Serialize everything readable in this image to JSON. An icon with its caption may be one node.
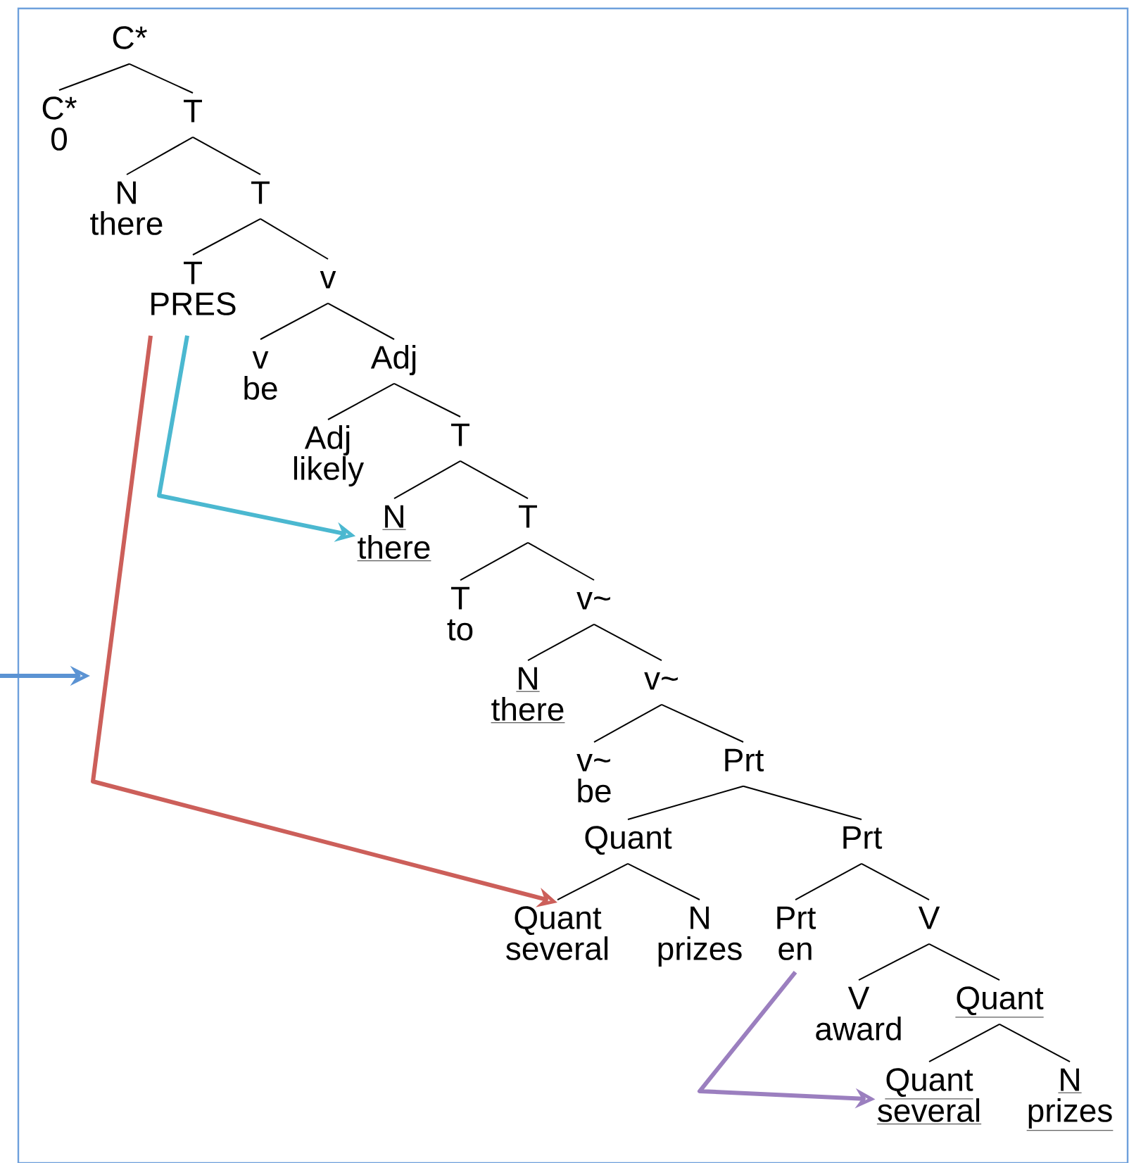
{
  "diagram": {
    "nodes": [
      {
        "text": [
          "C*"
        ]
      },
      {
        "text": [
          "C*",
          "0"
        ]
      },
      {
        "text": [
          "T"
        ]
      },
      {
        "text": [
          "N",
          "there"
        ]
      },
      {
        "text": [
          "T"
        ]
      },
      {
        "text": [
          "T",
          "PRES"
        ]
      },
      {
        "text": [
          "v"
        ]
      },
      {
        "text": [
          "v",
          "be"
        ]
      },
      {
        "text": [
          "Adj"
        ]
      },
      {
        "text": [
          "Adj",
          "likely"
        ]
      },
      {
        "text": [
          "T"
        ]
      },
      {
        "text": [
          "N",
          "there"
        ]
      },
      {
        "text": [
          "T"
        ]
      },
      {
        "text": [
          "T",
          "to"
        ]
      },
      {
        "text": [
          "v~"
        ]
      },
      {
        "text": [
          "N",
          "there"
        ]
      },
      {
        "text": [
          "v~"
        ]
      },
      {
        "text": [
          "v~",
          "be"
        ]
      },
      {
        "text": [
          "Prt"
        ]
      },
      {
        "text": [
          "Quant"
        ]
      },
      {
        "text": [
          "Prt"
        ]
      },
      {
        "text": [
          "Quant",
          "several"
        ]
      },
      {
        "text": [
          "N",
          "prizes"
        ]
      },
      {
        "text": [
          "Prt",
          "en"
        ]
      },
      {
        "text": [
          "V"
        ]
      },
      {
        "text": [
          "V",
          "award"
        ]
      },
      {
        "text": [
          "Quant"
        ]
      },
      {
        "text": [
          "Quant",
          "several"
        ]
      },
      {
        "text": [
          "N",
          "prizes"
        ]
      }
    ],
    "edges": [
      {
        "from": 0,
        "to": 1,
        "arrow": "none"
      },
      {
        "from": 0,
        "to": 2,
        "arrow": "none"
      },
      {
        "from": 2,
        "to": 3,
        "arrow": "none"
      },
      {
        "from": 2,
        "to": 4,
        "arrow": "none"
      },
      {
        "from": 4,
        "to": 5,
        "arrow": "none"
      },
      {
        "from": 4,
        "to": 6,
        "arrow": "none"
      },
      {
        "from": 6,
        "to": 7,
        "arrow": "none"
      },
      {
        "from": 6,
        "to": 8,
        "arrow": "none"
      },
      {
        "from": 8,
        "to": 9,
        "arrow": "none"
      },
      {
        "from": 8,
        "to": 10,
        "arrow": "none"
      },
      {
        "from": 10,
        "to": 11,
        "arrow": "none"
      },
      {
        "from": 10,
        "to": 12,
        "arrow": "none"
      },
      {
        "from": 12,
        "to": 13,
        "arrow": "none"
      },
      {
        "from": 12,
        "to": 14,
        "arrow": "none"
      },
      {
        "from": 14,
        "to": 15,
        "arrow": "none"
      },
      {
        "from": 14,
        "to": 16,
        "arrow": "none"
      },
      {
        "from": 16,
        "to": 17,
        "arrow": "none"
      },
      {
        "from": 16,
        "to": 18,
        "arrow": "none"
      },
      {
        "from": 18,
        "to": 19,
        "arrow": "none"
      },
      {
        "from": 18,
        "to": 20,
        "arrow": "none"
      },
      {
        "from": 19,
        "to": 21,
        "arrow": "none"
      },
      {
        "from": 19,
        "to": 22,
        "arrow": "none"
      },
      {
        "from": 20,
        "to": 23,
        "arrow": "none"
      },
      {
        "from": 20,
        "to": 24,
        "arrow": "none"
      },
      {
        "from": 24,
        "to": 25,
        "arrow": "none"
      },
      {
        "from": 24,
        "to": 26,
        "arrow": "none"
      },
      {
        "from": 26,
        "to": 27,
        "arrow": "none"
      },
      {
        "from": 26,
        "to": 28,
        "arrow": "none"
      },
      {
        "from": 5,
        "to": 11,
        "arrow": "to",
        "style": "thick",
        "color": "#4bb8d0"
      },
      {
        "from": 5,
        "to": 21,
        "arrow": "to",
        "style": "thick",
        "color": "#cc5f5a"
      },
      {
        "from": 23,
        "to": 27,
        "arrow": "to",
        "style": "thick",
        "color": "#9b7fbf"
      }
    ]
  }
}
